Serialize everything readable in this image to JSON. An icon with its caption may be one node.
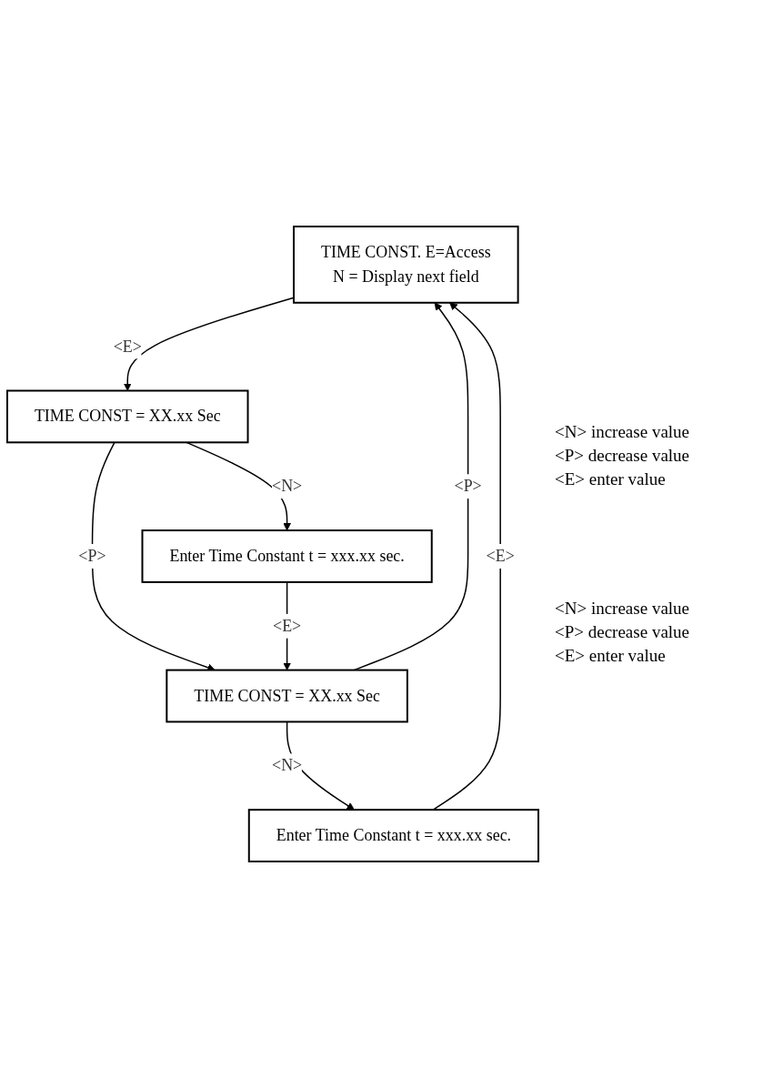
{
  "diagram": {
    "nodes": [
      {
        "text": [
          "TIME CONST. E=Access",
          "N = Display next field"
        ]
      },
      {
        "text": [
          "TIME CONST = XX.xx Sec"
        ]
      },
      {
        "text": [
          "Enter Time Constant t = xxx.xx sec."
        ]
      },
      {
        "text": [
          "TIME CONST = XX.xx Sec"
        ]
      },
      {
        "text": [
          "Enter Time Constant t = xxx.xx sec."
        ]
      }
    ],
    "edges": [
      {
        "from": 0,
        "to": 1,
        "arrow": "to",
        "label": "<E>"
      },
      {
        "from": 1,
        "to": 2,
        "arrow": "to",
        "label": "<N>"
      },
      {
        "from": 1,
        "to": 3,
        "arrow": "to",
        "label": "<P>"
      },
      {
        "from": 2,
        "to": 3,
        "arrow": "to",
        "label": "<E>"
      },
      {
        "from": 3,
        "to": 0,
        "arrow": "to",
        "label": "<P>"
      },
      {
        "from": 3,
        "to": 4,
        "arrow": "to",
        "label": "<N>"
      },
      {
        "from": 4,
        "to": 0,
        "arrow": "to",
        "label": "<E>"
      }
    ],
    "labels": [
      "<N> increase value",
      "<P> decrease value",
      "<E> enter value",
      "<N> increase value",
      "<P> decrease value",
      "<E> enter value"
    ]
  }
}
